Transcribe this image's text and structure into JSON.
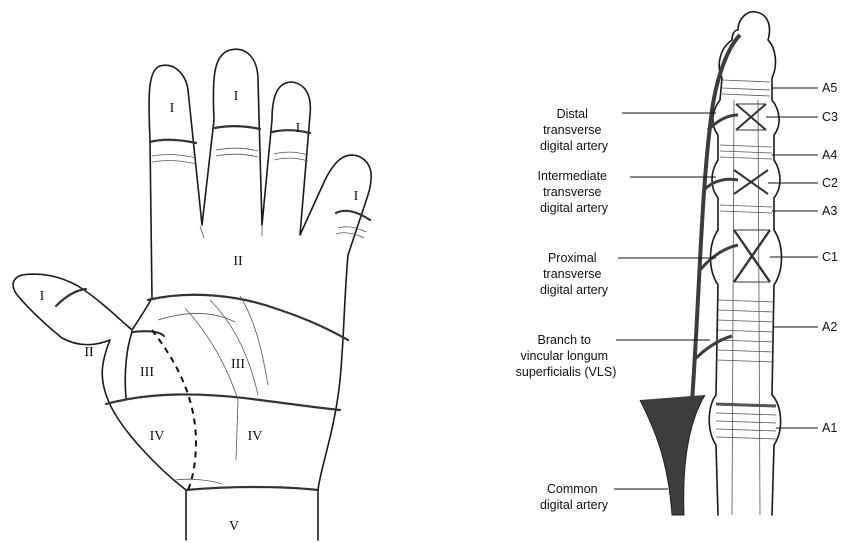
{
  "palm_zones": {
    "finger_index": "I",
    "finger_middle": "I",
    "finger_ring": "I",
    "finger_little": "I",
    "thumb_tip": "I",
    "thumb_ii": "II",
    "palm_upper": "II",
    "thenar_iii": "III",
    "palm_iii": "III",
    "thenar_iv": "IV",
    "palm_iv": "IV",
    "wrist_v": "V"
  },
  "finger_labels": {
    "distal_artery": [
      "Distal",
      "transverse",
      "digital artery"
    ],
    "intermediate_artery": [
      "Intermediate",
      "transverse",
      "digital artery"
    ],
    "proximal_artery": [
      "Proximal",
      "transverse",
      "digital artery"
    ],
    "vls_branch": [
      "Branch to",
      "vincular longum",
      "superficialis (VLS)"
    ],
    "common_artery": [
      "Common",
      "digital artery"
    ],
    "pulleys": [
      "A5",
      "C3",
      "A4",
      "C2",
      "A3",
      "C1",
      "A2",
      "A1"
    ]
  },
  "colors": {
    "ink": "#1a1a1a",
    "artery": "#3d3d3d",
    "paper": "#ffffff"
  }
}
